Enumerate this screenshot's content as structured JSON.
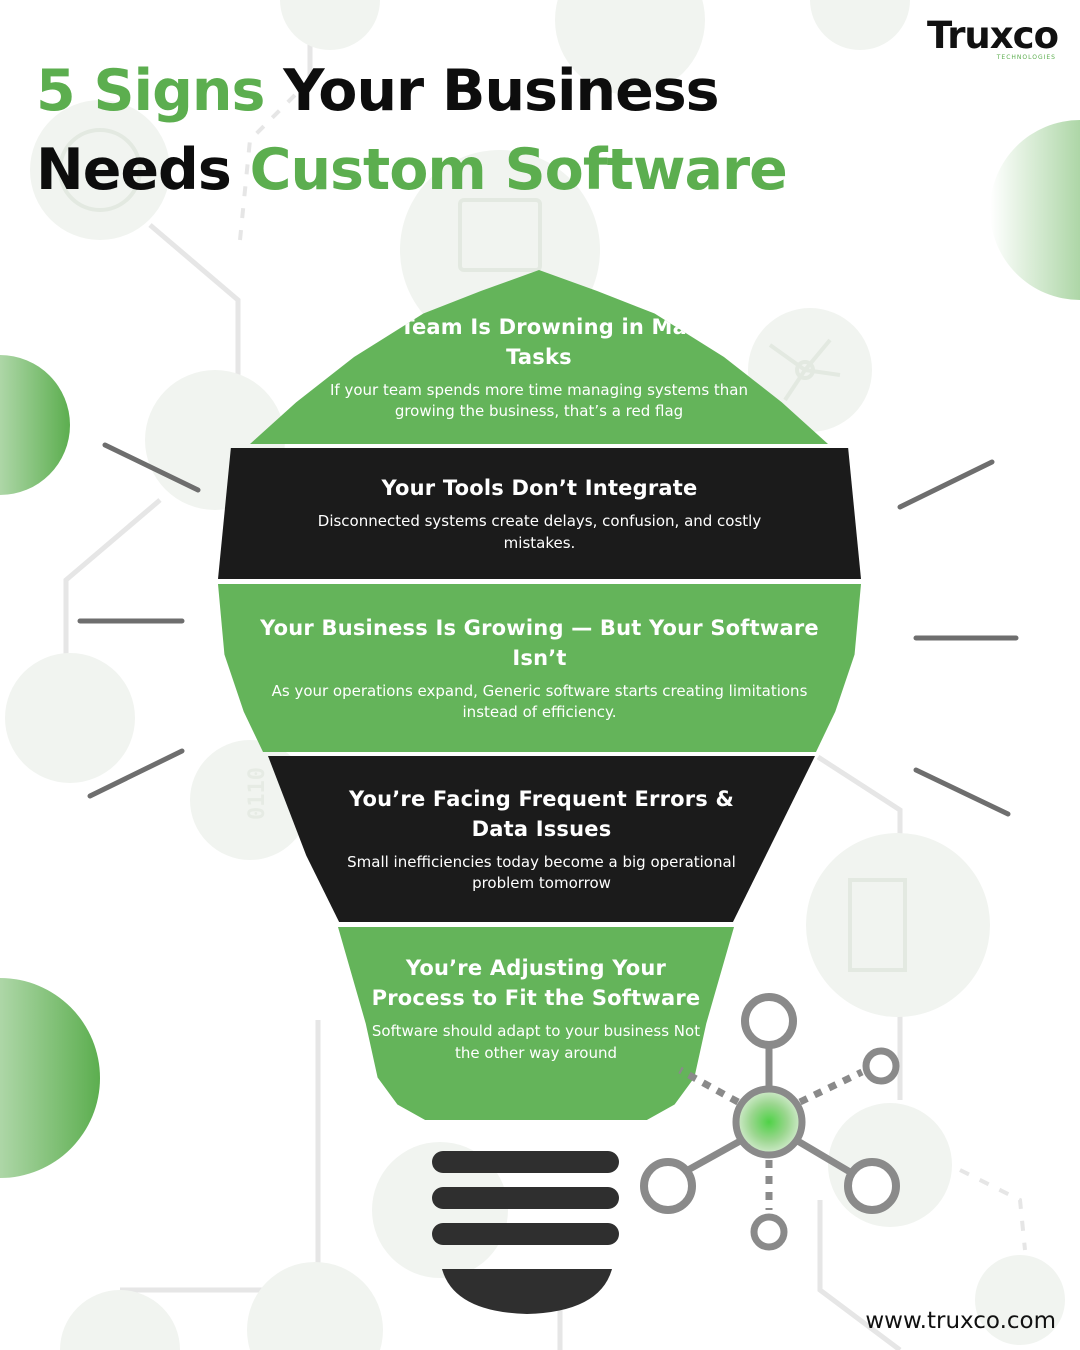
{
  "brand": {
    "name": "Truxco",
    "tagline": "TECHNOLOGIES",
    "website": "www.truxco.com"
  },
  "title": {
    "line1_green": "5 Signs",
    "line1_dark": "Your Business",
    "line2_dark": "Needs",
    "line2_green": "Custom Software"
  },
  "signs": [
    {
      "heading": "Your Team Is Drowning in Manual Tasks",
      "text": "If your team spends more time managing systems than growing the business, that’s a red flag"
    },
    {
      "heading": "Your Tools Don’t Integrate",
      "text": "Disconnected systems create delays, confusion, and costly mistakes."
    },
    {
      "heading": "Your Business Is Growing — But Your Software Isn’t",
      "text": "As your operations expand, Generic software starts creating limitations instead of efficiency."
    },
    {
      "heading": "You’re Facing Frequent Errors & Data Issues",
      "text": "Small inefficiencies today become a big operational problem tomorrow"
    },
    {
      "heading": "You’re Adjusting Your Process to Fit the Software",
      "text": "Software should adapt to your business Not the other way around"
    }
  ],
  "colors": {
    "accent_green": "#64b45a",
    "title_green": "#5cae4f",
    "dark": "#1b1b1b"
  },
  "icons": [
    "network-node-icon",
    "lightbulb-base-icon",
    "globe-icon",
    "database-icon",
    "gear-icon",
    "circuit-icon",
    "door-icon",
    "binary-icon"
  ]
}
